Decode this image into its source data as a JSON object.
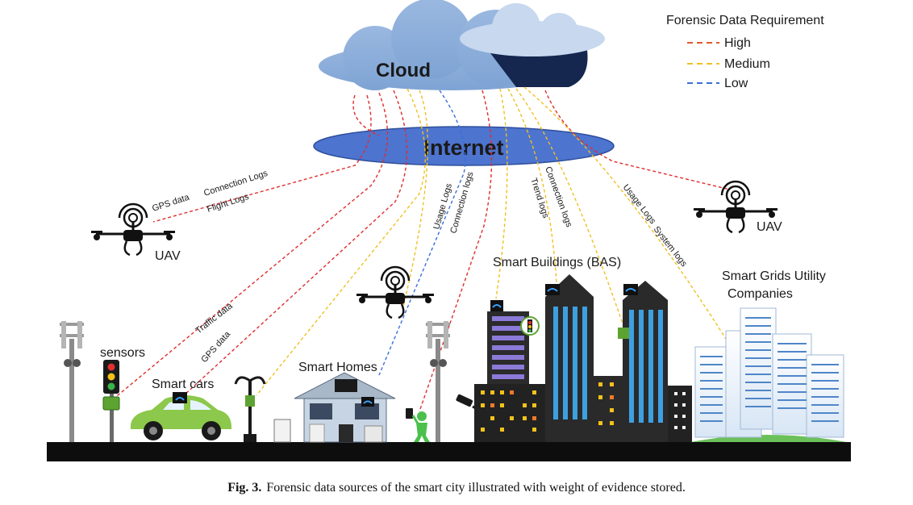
{
  "legend": {
    "title": "Forensic Data Requirement",
    "items": [
      {
        "label": "High",
        "color": "#e05a2b"
      },
      {
        "label": "Medium",
        "color": "#f0c020"
      },
      {
        "label": "Low",
        "color": "#3a6fd8"
      }
    ]
  },
  "nodes": {
    "cloud": "Cloud",
    "internet": "Internet",
    "uav_left": "UAV",
    "uav_right": "UAV",
    "sensors": "sensors",
    "smart_cars": "Smart cars",
    "smart_homes": "Smart Homes",
    "smart_buildings": "Smart Buildings (BAS)",
    "smart_grids_line1": "Smart Grids Utility",
    "smart_grids_line2": "Companies"
  },
  "edge_labels": {
    "gps_data_uav": "GPS data",
    "connection_logs_uav": "Connection Logs",
    "flight_logs": "Flight Logs",
    "traffic_data": "Traffic data",
    "gps_data_car": "GPS data",
    "usage_logs_home": "Usage Logs",
    "connection_logs_home": "Connection logs",
    "trend_logs": "Trend logs",
    "connection_logs_bas": "Connection logs",
    "usage_logs_grid": "Usage Logs",
    "system_logs": "System logs"
  },
  "caption": {
    "label": "Fig. 3.",
    "text": "Forensic data sources of the smart city illustrated with weight of evidence stored."
  }
}
